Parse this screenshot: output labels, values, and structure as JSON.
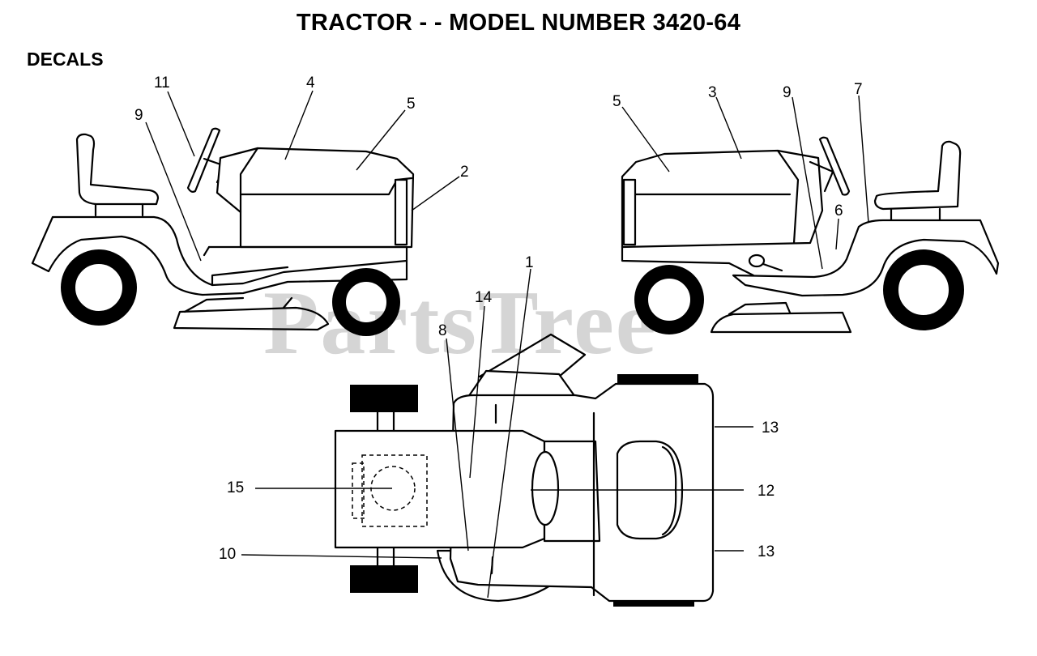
{
  "page": {
    "title": "TRACTOR - - MODEL NUMBER 3420-64",
    "section": "DECALS",
    "watermark": "PartsTree"
  },
  "callouts": {
    "left_view": [
      "11",
      "4",
      "5",
      "9",
      "2"
    ],
    "right_view": [
      "5",
      "3",
      "9",
      "7",
      "6"
    ],
    "top_view": [
      "1",
      "14",
      "8",
      "13",
      "15",
      "12",
      "10",
      "13"
    ]
  }
}
